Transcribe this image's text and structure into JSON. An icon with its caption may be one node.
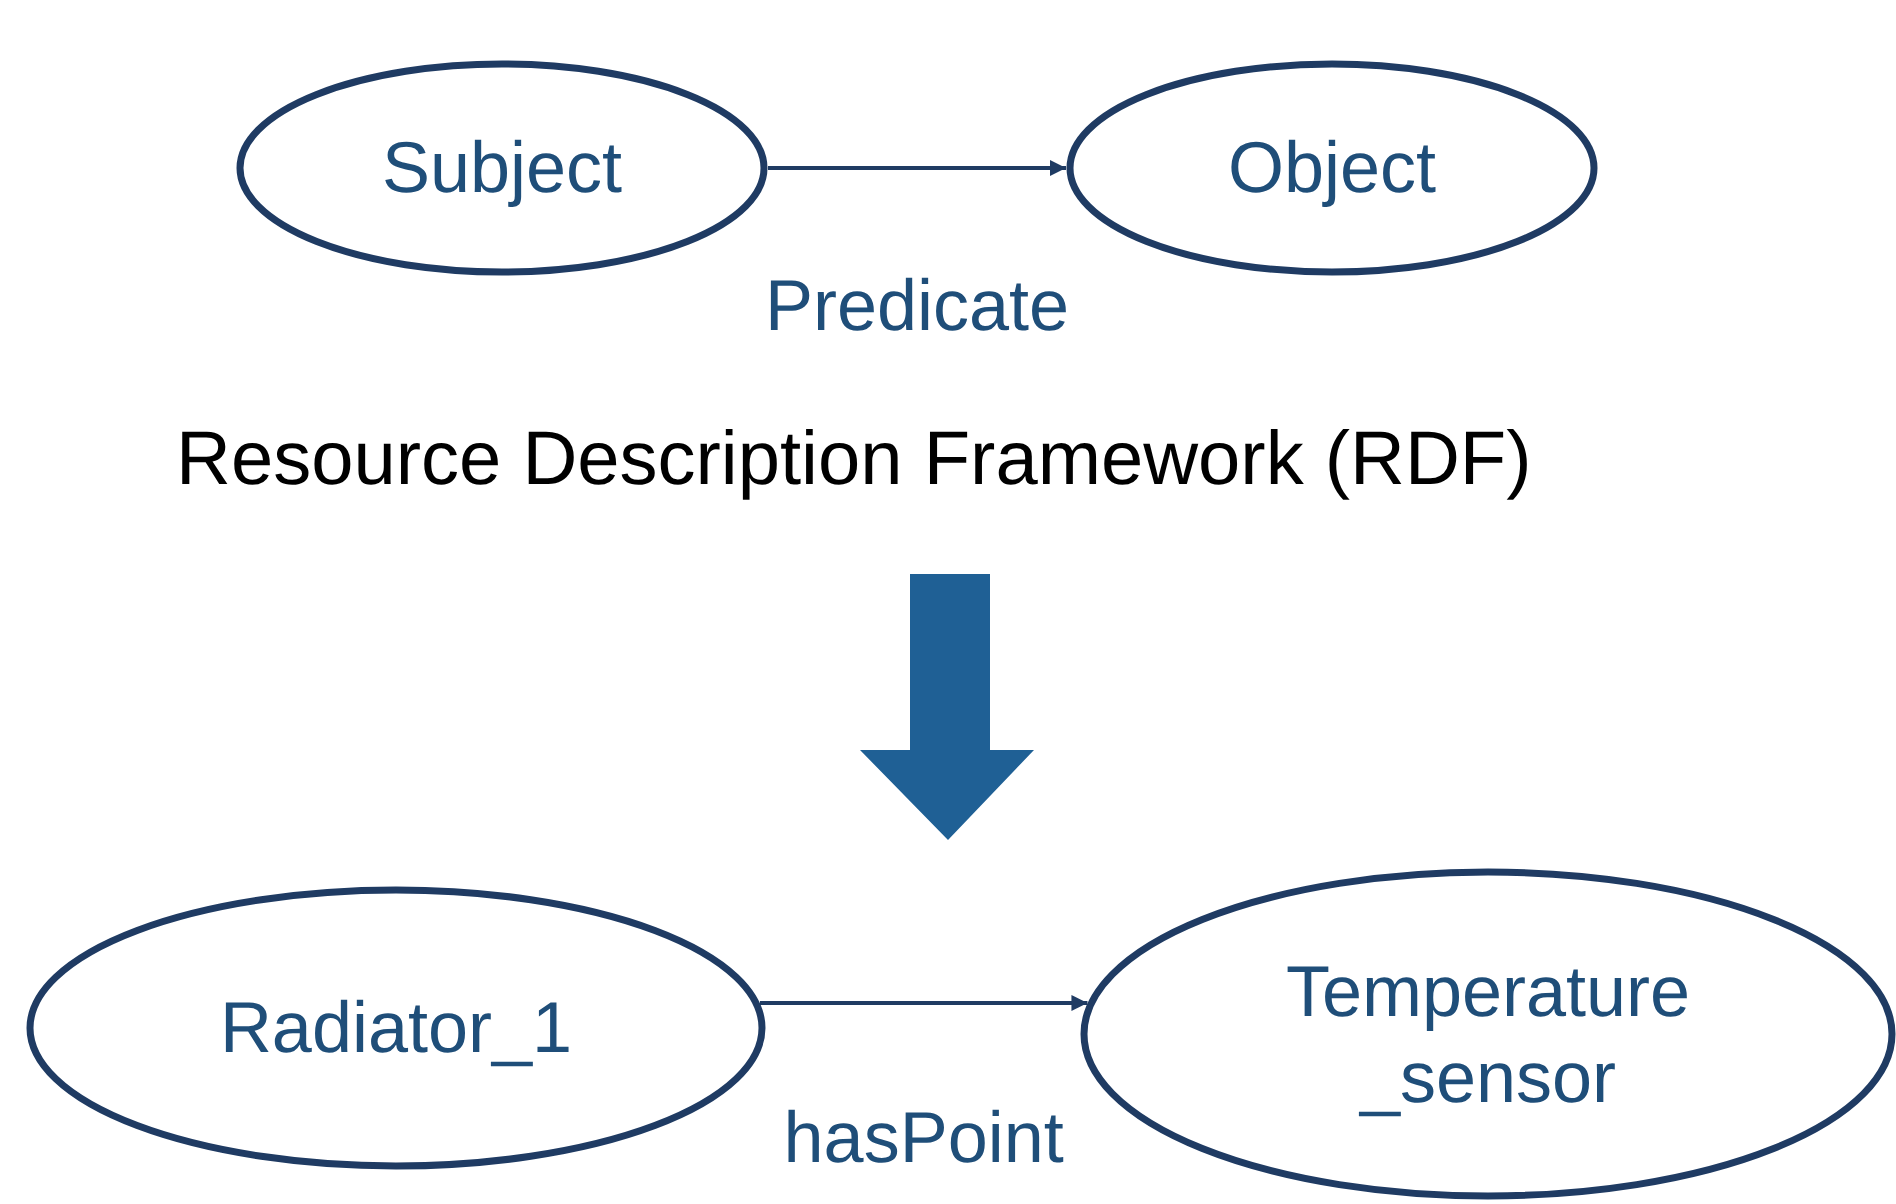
{
  "diagram": {
    "nodes": [
      {
        "text": [
          "Subject"
        ]
      },
      {
        "text": [
          "Object"
        ]
      },
      {
        "text": [
          "Radiator_1"
        ]
      },
      {
        "text": [
          "Temperature _sensor"
        ]
      }
    ],
    "edges": [
      {
        "from": 0,
        "to": 1,
        "arrow": "to",
        "label": "Predicate"
      },
      {
        "from": 2,
        "to": 3,
        "arrow": "to",
        "label": "hasPoint"
      }
    ],
    "labels": [
      "Resource Description Framework (RDF)"
    ]
  }
}
